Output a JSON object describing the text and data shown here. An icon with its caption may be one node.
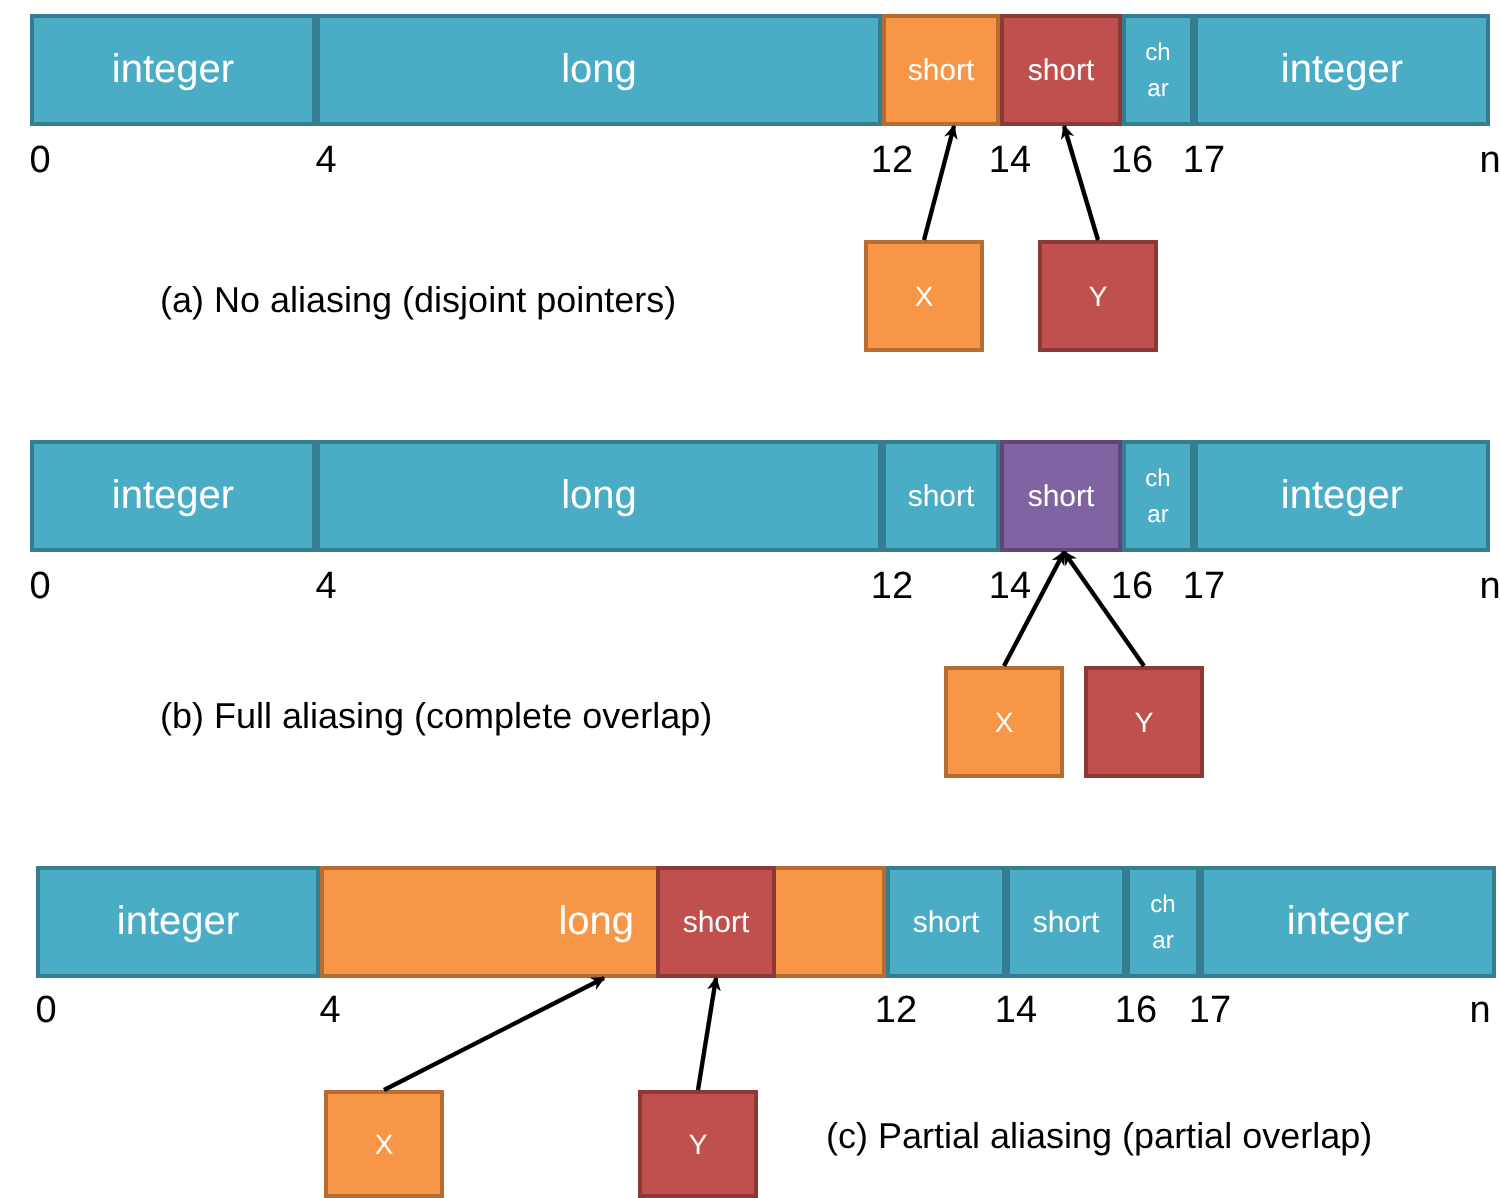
{
  "diagram": {
    "nodes": [
      {
        "text": [
          "integer"
        ]
      },
      {
        "text": [
          "long"
        ]
      },
      {
        "text": [
          "short"
        ]
      },
      {
        "text": [
          "short"
        ]
      },
      {
        "text": [
          "char"
        ]
      },
      {
        "text": [
          "integer"
        ]
      },
      {
        "text": [
          "X"
        ]
      },
      {
        "text": [
          "Y"
        ]
      },
      {
        "text": [
          "integer"
        ]
      },
      {
        "text": [
          "long"
        ]
      },
      {
        "text": [
          "short"
        ]
      },
      {
        "text": [
          "short"
        ]
      },
      {
        "text": [
          "char"
        ]
      },
      {
        "text": [
          "integer"
        ]
      },
      {
        "text": [
          "X"
        ]
      },
      {
        "text": [
          "Y"
        ]
      },
      {
        "text": [
          "integer"
        ]
      },
      {
        "text": [
          "long"
        ]
      },
      {
        "text": [
          "short"
        ],
        "in": 17
      },
      {
        "text": [
          "short"
        ]
      },
      {
        "text": [
          "short"
        ]
      },
      {
        "text": [
          "char"
        ]
      },
      {
        "text": [
          "integer"
        ]
      },
      {
        "text": [
          "X"
        ]
      },
      {
        "text": [
          "Y"
        ]
      }
    ],
    "edges": [
      {
        "from": 6,
        "to": 2,
        "arrow": "to"
      },
      {
        "from": 7,
        "to": 3,
        "arrow": "to"
      },
      {
        "from": 14,
        "to": 11,
        "arrow": "to"
      },
      {
        "from": 15,
        "to": 11,
        "arrow": "to"
      },
      {
        "from": 23,
        "to": 17,
        "arrow": "to"
      },
      {
        "from": 24,
        "to": 18,
        "arrow": "to"
      }
    ],
    "labels": [
      "0",
      "4",
      "12",
      "14",
      "16",
      "17",
      "n",
      "(a) No aliasing (disjoint pointers)",
      "0",
      "4",
      "12",
      "14",
      "16",
      "17",
      "n",
      "(b) Full aliasing (complete overlap)",
      "0",
      "4",
      "12",
      "14",
      "16",
      "17",
      "n",
      "(c) Partial aliasing (partial overlap)"
    ]
  }
}
